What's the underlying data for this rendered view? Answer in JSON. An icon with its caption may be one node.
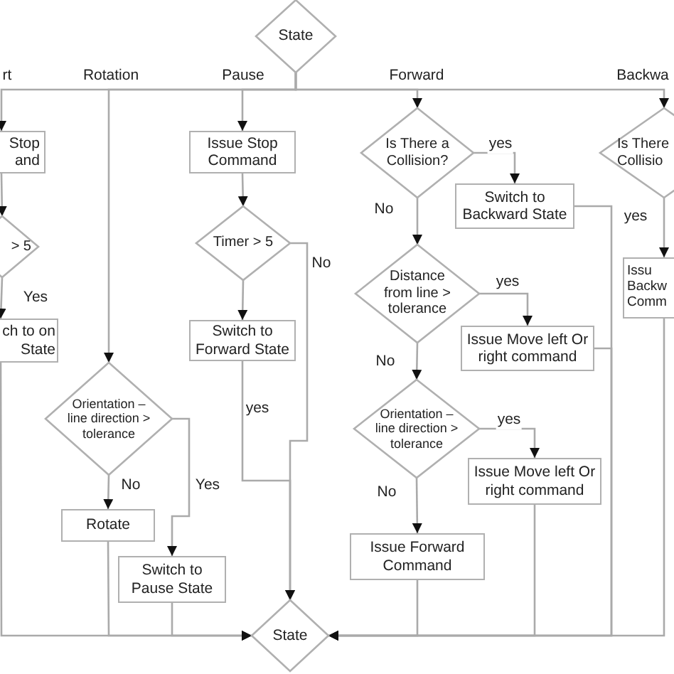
{
  "diagram": {
    "nodes": [
      {
        "text": [
          "State"
        ]
      },
      {
        "text": [
          "Stop and"
        ]
      },
      {
        "text": [
          "> 5"
        ]
      },
      {
        "text": [
          "ch to on State"
        ]
      },
      {
        "text": [
          "Orientation – line direction > tolerance"
        ]
      },
      {
        "text": [
          "Rotate"
        ]
      },
      {
        "text": [
          "Switch to Pause State"
        ]
      },
      {
        "text": [
          "Issue Stop Command"
        ]
      },
      {
        "text": [
          "Timer > 5"
        ]
      },
      {
        "text": [
          "Switch to Forward State"
        ]
      },
      {
        "text": [
          "Is There a Collision?"
        ]
      },
      {
        "text": [
          "Switch to Backward State"
        ]
      },
      {
        "text": [
          "Distance from line > tolerance"
        ]
      },
      {
        "text": [
          "Issue Move left Or right command"
        ]
      },
      {
        "text": [
          "Orientation – line direction > tolerance"
        ]
      },
      {
        "text": [
          "Issue Move left Or right command"
        ]
      },
      {
        "text": [
          "Issue Forward Command"
        ]
      },
      {
        "text": [
          "Is There Collisio"
        ]
      },
      {
        "text": [
          "Issu Backw Comm"
        ]
      },
      {
        "text": [
          "State"
        ]
      }
    ],
    "edges": [
      {
        "from": 0,
        "to": 1,
        "arrow": "to",
        "label": "rt"
      },
      {
        "from": 0,
        "to": 4,
        "arrow": "to",
        "label": "Rotation"
      },
      {
        "from": 0,
        "to": 7,
        "arrow": "to",
        "label": "Pause"
      },
      {
        "from": 0,
        "to": 10,
        "arrow": "to",
        "label": "Forward"
      },
      {
        "from": 0,
        "to": 17,
        "arrow": "to",
        "label": "Backwa"
      },
      {
        "from": 1,
        "to": 2,
        "arrow": "to"
      },
      {
        "from": 2,
        "to": 3,
        "arrow": "to",
        "label": "Yes"
      },
      {
        "from": 3,
        "to": 19,
        "arrow": "to"
      },
      {
        "from": 4,
        "to": 5,
        "arrow": "to",
        "label": "No"
      },
      {
        "from": 4,
        "to": 6,
        "arrow": "to",
        "label": "Yes"
      },
      {
        "from": 5,
        "to": 19,
        "arrow": "to"
      },
      {
        "from": 6,
        "to": 19,
        "arrow": "to"
      },
      {
        "from": 7,
        "to": 8,
        "arrow": "to"
      },
      {
        "from": 8,
        "to": 9,
        "arrow": "to"
      },
      {
        "from": 8,
        "to": 19,
        "arrow": "to",
        "label": "No"
      },
      {
        "from": 9,
        "to": 19,
        "arrow": "to",
        "label": "yes"
      },
      {
        "from": 10,
        "to": 11,
        "arrow": "to",
        "label": "yes"
      },
      {
        "from": 10,
        "to": 12,
        "arrow": "to",
        "label": "No"
      },
      {
        "from": 11,
        "to": 19,
        "arrow": "to"
      },
      {
        "from": 12,
        "to": 13,
        "arrow": "to",
        "label": "yes"
      },
      {
        "from": 12,
        "to": 14,
        "arrow": "to",
        "label": "No"
      },
      {
        "from": 13,
        "to": 19,
        "arrow": "to"
      },
      {
        "from": 14,
        "to": 15,
        "arrow": "to",
        "label": "yes"
      },
      {
        "from": 14,
        "to": 16,
        "arrow": "to",
        "label": "No"
      },
      {
        "from": 15,
        "to": 19,
        "arrow": "to"
      },
      {
        "from": 16,
        "to": 19,
        "arrow": "to"
      },
      {
        "from": 17,
        "to": 18,
        "arrow": "to",
        "label": "yes"
      },
      {
        "from": 18,
        "to": 19,
        "arrow": "to"
      }
    ]
  }
}
